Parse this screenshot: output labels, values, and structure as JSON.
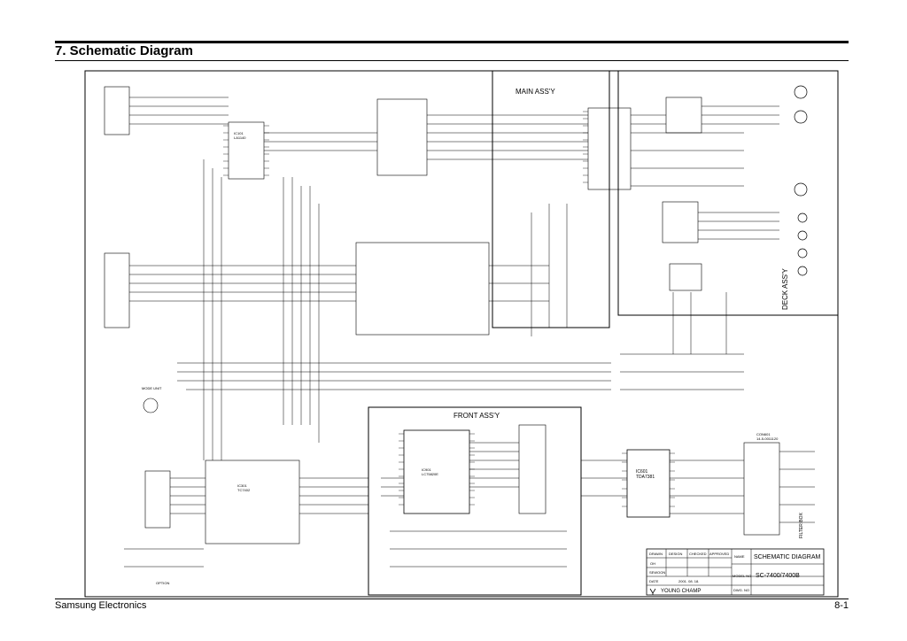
{
  "page": {
    "title": "7. Schematic Diagram",
    "footer_left": "Samsung Electronics",
    "footer_right": "8-1"
  },
  "sections": {
    "main": "MAIN ASS'Y",
    "deck": "DECK ASS'Y",
    "front": "FRONT ASS'Y",
    "filter_box": "FILTER BOX"
  },
  "components": {
    "ic_lm": "IC101\nLA1140",
    "ic_main": "IC601\nTDA7381",
    "ic_front": "IC901\nLC75820E",
    "ic_decoder": "IC301\nTC7402",
    "connector": "CON601\n14-5-0011120",
    "option": "OPTION",
    "mode_unit": "MODE UNIT"
  },
  "title_block": {
    "drawn": "DRAWN",
    "design": "DESIGN",
    "checked": "CHECKED",
    "approved": "APPROVED",
    "name_label": "NAME",
    "name_value": "SCHEMATIC DIAGRAM",
    "model_label": "MODEL NO",
    "model_value": "SC-7400/7400B",
    "date_label": "DATE",
    "date_value": "2001. 08. 18.",
    "dwg_label": "DWG. NO",
    "drawer": "OH",
    "designer": "SEWOON",
    "company": "YOUNG CHAMP"
  }
}
